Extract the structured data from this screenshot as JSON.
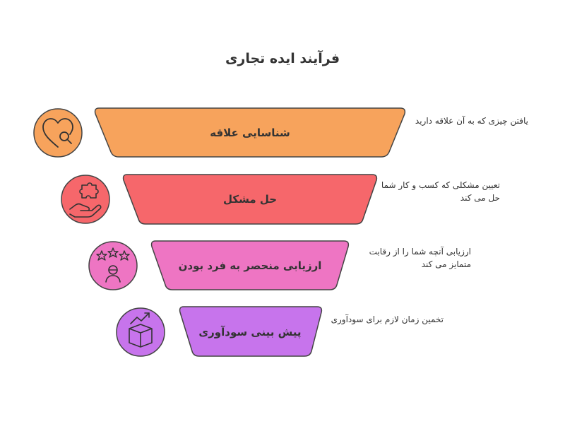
{
  "title": "فرآیند ایده تجاری",
  "stages": [
    {
      "label": "شناسایی علاقه",
      "description_lines": [
        "یافتن چیزی که به آن علاقه دارید"
      ],
      "icon": "heart-search-icon",
      "color": "#F7A35C"
    },
    {
      "label": "حل مشکل",
      "description_lines": [
        "تعیین مشکلی که کسب و کار شما",
        "حل می کند"
      ],
      "icon": "hand-puzzle-icon",
      "color": "#F6676B"
    },
    {
      "label": "ارزیابی منحصر به فرد بودن",
      "description_lines": [
        "ارزیابی آنچه شما را از رقابت",
        "متمایز می کند"
      ],
      "icon": "person-stars-icon",
      "color": "#EE75C3"
    },
    {
      "label": "پیش بینی سودآوری",
      "description_lines": [
        "تخمین زمان لازم برای سودآوری"
      ],
      "icon": "box-growth-icon",
      "color": "#C774EC"
    }
  ]
}
